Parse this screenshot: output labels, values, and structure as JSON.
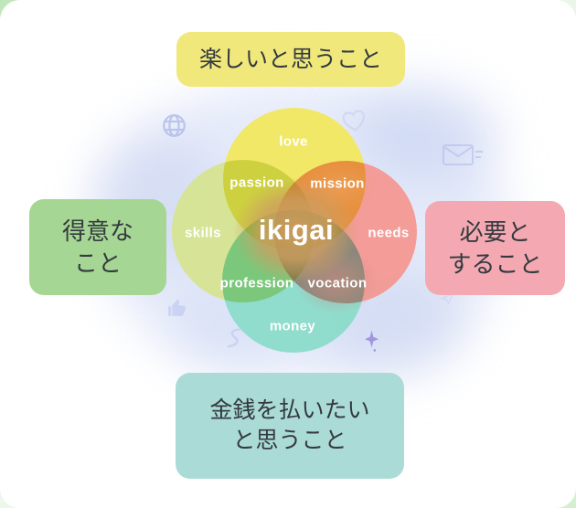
{
  "callouts": {
    "top": {
      "text": "楽しいと思うこと",
      "bg": "#f1e87c"
    },
    "left": {
      "line1": "得意な",
      "line2": "こと",
      "bg": "#a6d693"
    },
    "right": {
      "line1": "必要と",
      "line2": "すること",
      "bg": "#f4a9b2"
    },
    "bottom": {
      "line1": "金銭を払いたい",
      "line2": "と思うこと",
      "bg": "#abdbd6"
    }
  },
  "venn": {
    "center_label": "ikigai",
    "label_color": "#ffffff",
    "circles": [
      {
        "position": "top",
        "label": "love",
        "color": "#f2e860"
      },
      {
        "position": "left",
        "label": "skills",
        "color": "#d6e492"
      },
      {
        "position": "right",
        "label": "needs",
        "color": "#f49892"
      },
      {
        "position": "bottom",
        "label": "money",
        "color": "#8bdccb"
      }
    ],
    "overlaps": {
      "top_left": "passion",
      "top_right": "mission",
      "bottom_left": "profession",
      "bottom_right": "vocation"
    },
    "center_blend_color": "#ce9e61",
    "vocation_blend_color": "#cb8b7f"
  },
  "decorations": {
    "tint": "#b7c2ec",
    "icons": [
      "globe-icon",
      "heart-icon",
      "envelope-icon",
      "thumbs-up-icon",
      "sparkle-icon",
      "squiggle-icon",
      "paper-plane-icon"
    ]
  }
}
